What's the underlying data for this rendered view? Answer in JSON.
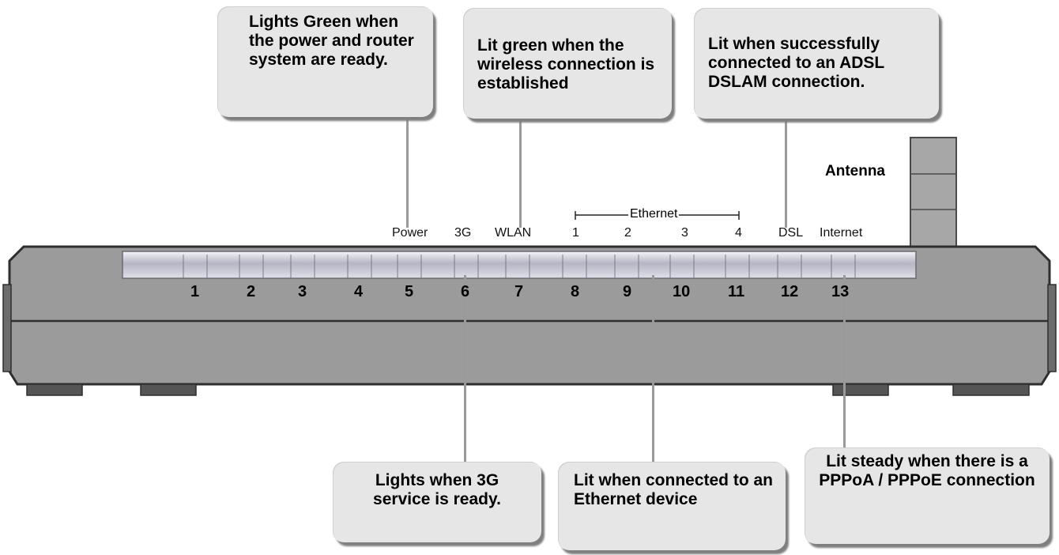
{
  "callouts": {
    "power": "Lights Green when the power and router system are ready.",
    "wlan": "Lit green when the wireless connection is established",
    "dsl": "Lit when successfully connected to an ADSL DSLAM connection.",
    "threeg": "Lights when 3G service is ready.",
    "ethernet": "Lit when connected to an Ethernet device",
    "internet": "Lit steady when there is a PPPoA / PPPoE connection"
  },
  "antenna_label": "Antenna",
  "ethernet_group_label": "Ethernet",
  "panel_labels": {
    "power": "Power",
    "threeg": "3G",
    "wlan": "WLAN",
    "eth1": "1",
    "eth2": "2",
    "eth3": "3",
    "eth4": "4",
    "dsl": "DSL",
    "internet": "Internet"
  },
  "led_numbers": [
    "1",
    "2",
    "3",
    "4",
    "5",
    "6",
    "7",
    "8",
    "9",
    "10",
    "11",
    "12",
    "13"
  ],
  "colors": {
    "callout_bg": "#e6e6e6",
    "router_body": "#9a9a9a",
    "led_strip": "#c9c9d6"
  }
}
